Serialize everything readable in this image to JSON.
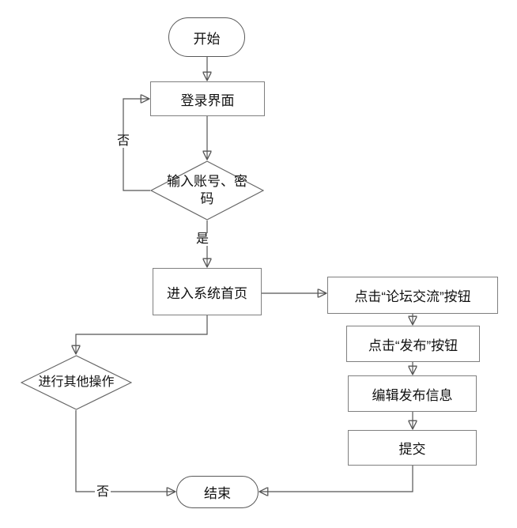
{
  "diagram": {
    "title": "forum-post-flowchart",
    "colors": {
      "background": "#ffffff",
      "rect_border": "#7f7f7f",
      "stadium_border": "#595959",
      "diamond_border": "#666666",
      "connector": "#555555",
      "arrowhead": "#333333",
      "text": "#111111"
    },
    "nodes": {
      "start": {
        "label": "开始",
        "shape": "stadium"
      },
      "login": {
        "label": "登录界面",
        "shape": "rect"
      },
      "credentials_decision": {
        "label": "输入账号、密码",
        "shape": "diamond"
      },
      "home": {
        "label": "进入系统首页",
        "shape": "rect"
      },
      "forum": {
        "label": "点击“论坛交流”按钮",
        "shape": "rect"
      },
      "publish": {
        "label": "点击“发布”按钮",
        "shape": "rect"
      },
      "edit": {
        "label": "编辑发布信息",
        "shape": "rect"
      },
      "submit": {
        "label": "提交",
        "shape": "rect"
      },
      "other_ops_decision": {
        "label": "进行其他操作",
        "shape": "diamond"
      },
      "end": {
        "label": "结束",
        "shape": "stadium"
      }
    },
    "edges": [
      {
        "from": "start",
        "to": "login"
      },
      {
        "from": "login",
        "to": "credentials_decision"
      },
      {
        "from": "credentials_decision",
        "to": "login",
        "label": "否"
      },
      {
        "from": "credentials_decision",
        "to": "home",
        "label": "是"
      },
      {
        "from": "home",
        "to": "forum"
      },
      {
        "from": "forum",
        "to": "publish"
      },
      {
        "from": "publish",
        "to": "edit"
      },
      {
        "from": "edit",
        "to": "submit"
      },
      {
        "from": "submit",
        "to": "end"
      },
      {
        "from": "home",
        "to": "other_ops_decision"
      },
      {
        "from": "other_ops_decision",
        "to": "end",
        "label": "否"
      }
    ],
    "edge_labels": {
      "credentials_no": "否",
      "credentials_yes": "是",
      "other_ops_no": "否"
    }
  }
}
